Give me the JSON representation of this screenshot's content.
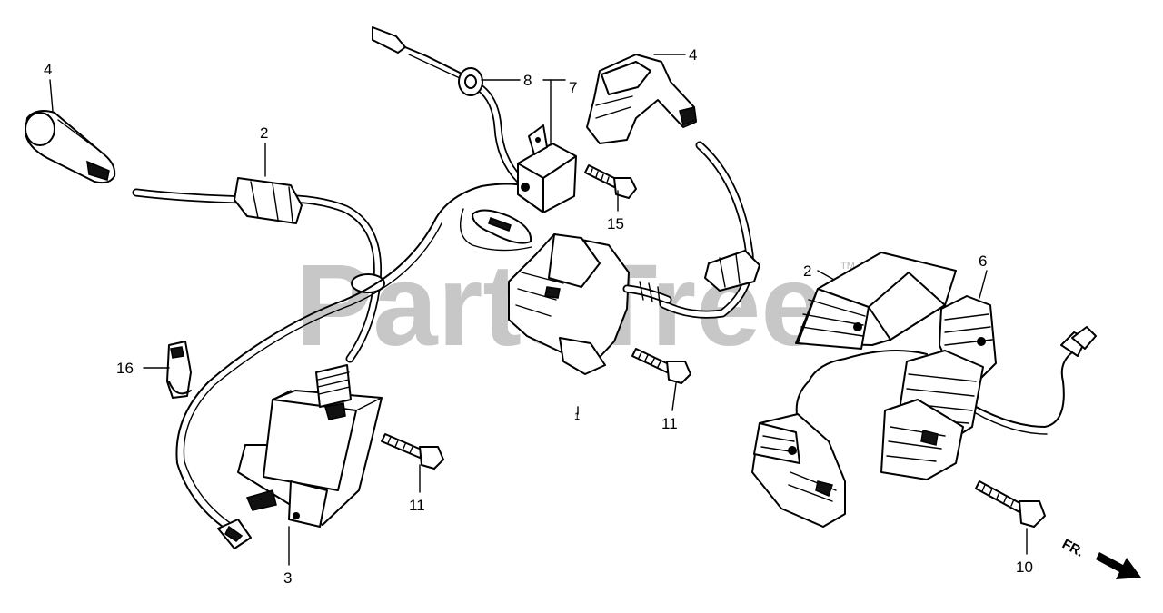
{
  "watermark": {
    "text": "PartsTree",
    "trademark": "TM"
  },
  "callouts": {
    "spark_cap_left": "4",
    "spark_cap_right": "4",
    "grommet_left": "2",
    "grommet_right": "2",
    "ignition_coil": "3",
    "charge_coil": "6",
    "grommet_small": "8",
    "unit": "7",
    "bolt_15": "15",
    "bolt_11_center": "11",
    "bolt_11_right": "11",
    "bolt_10": "10",
    "clip_16": "16",
    "coil_1": "1"
  },
  "direction": {
    "label": "FR."
  }
}
